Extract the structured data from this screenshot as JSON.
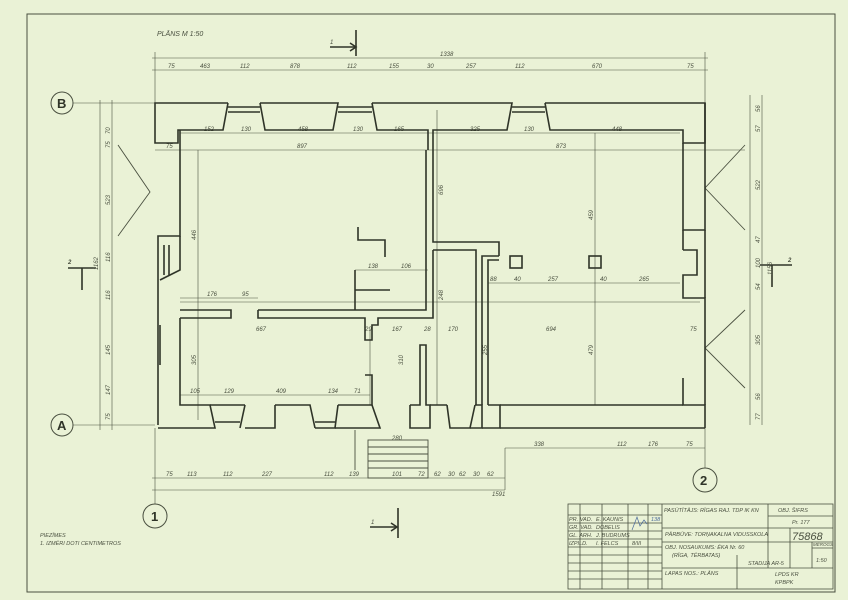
{
  "title": "PLĀNS M 1:50",
  "axes": {
    "b": "B",
    "a": "A",
    "one": "1",
    "two": "2"
  },
  "sections": {
    "s1": "1",
    "s2": "2"
  },
  "dims": {
    "top_total": "1338",
    "top": [
      "75",
      "463",
      "112",
      "878",
      "112",
      "155",
      "30",
      "257",
      "112",
      "670",
      "75"
    ],
    "row_133": [
      "152",
      "130",
      "458",
      "130",
      "165",
      "325",
      "130",
      "448"
    ],
    "row_150": [
      "75",
      "897",
      "873"
    ],
    "row_268": [
      "138",
      "106"
    ],
    "row_283": [
      "88",
      "40",
      "257",
      "40",
      "265"
    ],
    "row_297": [
      "176",
      "95"
    ],
    "row_302": [
      "667",
      "29",
      "167",
      "28",
      "170",
      "694",
      "75"
    ],
    "row_395": [
      "105",
      "129",
      "409",
      "134",
      "71"
    ],
    "bottom_right": [
      "338",
      "112",
      "176",
      "75"
    ],
    "bottom": [
      "75",
      "113",
      "112",
      "227",
      "112",
      "139",
      "101",
      "72",
      "62",
      "30",
      "62",
      "30",
      "62"
    ],
    "bottom_total": "1591",
    "stairs": "280",
    "left": [
      "70",
      "75",
      "523",
      "116",
      "116",
      "145",
      "147",
      "75"
    ],
    "left_total": "1162",
    "right": [
      "56",
      "57",
      "522",
      "47",
      "100",
      "54",
      "305",
      "56",
      "77"
    ],
    "right_total": "1156",
    "vertical": [
      "446",
      "305",
      "696",
      "459",
      "479",
      "248",
      "310",
      "255"
    ]
  },
  "notes": {
    "heading": "PIEZĪMES",
    "line1": "1. IZMĒRI DOTI CENTIMETROS"
  },
  "title_block": {
    "client": "PASŪTĪTĀJS: RĪGAS RAJ. TDP IK KN",
    "obj_code_label": "OBJ. ŠIFRS",
    "obj_code": "Pr. 177",
    "project": "PĀRBŪVE: TORŅAKALNA VIDUSSKOLA",
    "drawing_no": "75868",
    "object": "OBJ. NOSAUKUMS: ĒKA Nr. 60",
    "object2": "(RĪGA, TĒRBATAS)",
    "sheet": "LAPAS NOS.: PLĀNS",
    "stage": "STADIJA AR-5",
    "scale_label": "MĒROGS",
    "scale": "1:50",
    "org1": "LPDS KR",
    "org2": "KPBPK",
    "staff": [
      {
        "role": "PR. VAD.",
        "name": "E. KAUNIS"
      },
      {
        "role": "GR. VAD.",
        "name": "DOBELIS"
      },
      {
        "role": "GL. ARH.",
        "name": "J. BUDRUMS"
      },
      {
        "role": "IZPILD.",
        "name": "I. FELCS",
        "date": "8/III"
      }
    ],
    "stamp": "138"
  },
  "colors": {
    "paper": "#eaf2d6",
    "ink": "#2f3428"
  }
}
